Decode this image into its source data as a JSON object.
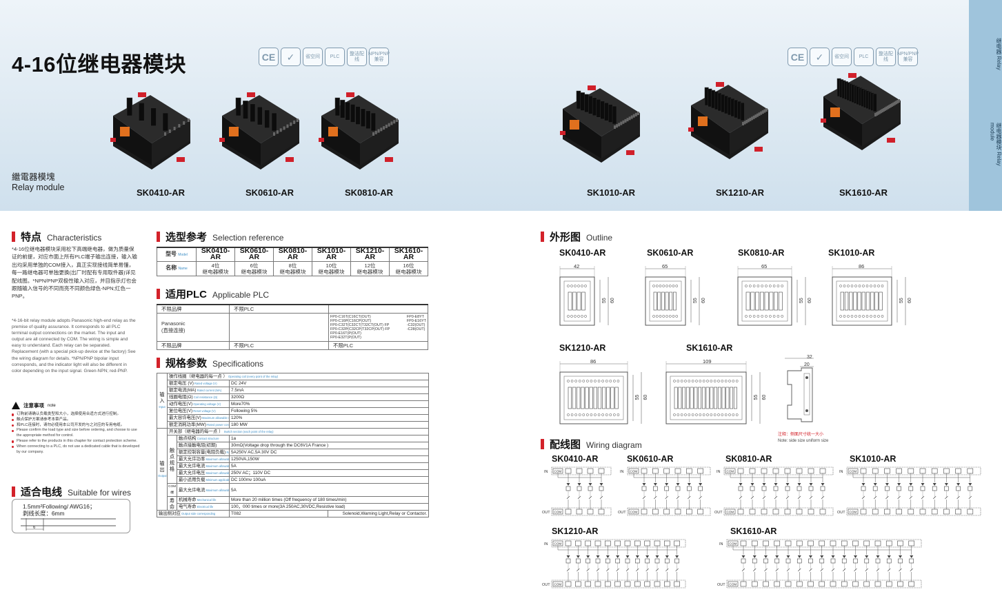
{
  "header": {
    "title": "4-16位继电器模块",
    "subtitle_zh": "繼電器模塊",
    "subtitle_en": "Relay module",
    "side_tab_top_zh": "继电器",
    "side_tab_top_en": "Relay",
    "side_tab_bottom_zh": "继电器模块",
    "side_tab_bottom_en": "Relay module",
    "badges": [
      {
        "icon": "ce-mark-icon",
        "text": "CE"
      },
      {
        "icon": "check-certified-icon",
        "text": "✓"
      },
      {
        "icon": "space-saving-icon",
        "text": "省空间"
      },
      {
        "icon": "plc-icon",
        "text": "PLC"
      },
      {
        "icon": "neat-wiring-icon",
        "text": "整洁配线"
      },
      {
        "icon": "npn-pnp-icon",
        "text": "NPN/PNP兼容"
      }
    ]
  },
  "models": [
    "SK0410-AR",
    "SK0610-AR",
    "SK0810-AR",
    "SK1010-AR",
    "SK1210-AR",
    "SK1610-AR"
  ],
  "colors": {
    "accent_red": "#d3222a",
    "label_blue": "#3f8fc6",
    "banner_blue": "#dde9f2"
  },
  "characteristics": {
    "title_zh": "特点",
    "title_en": "Characteristics",
    "text_zh": "*4-16位继电器模块采用松下高端继电器，做为质量保证的前提，对应市面上所有PLC端子输出连接，输入输出均采用单独的COM接入，真正实现接线简单易懂，每一路继电器可单独更换(出厂时配有专用取件器)详见配线图。*NPN/PNP双极性输入对应，并目指示灯也会跟随输入信号的不同而亮不同颜色绿色-NPN;红色一PNP。",
    "text_en": "*4-16-bit relay module adopts Panasonic high-end relay as the premise of quality assurance. It corresponds to all PLC terminal output connections on the market. The input and output are all connected by COM. The wiring is simple and easy to understand. Each relay can be separated. Replacement (with a special pick-up device at the factory) See the wiring diagram for details. *NPN/PNP bipolar input corresponds, and the indicator light will also be different in color depending on the input signal. Green-NPN; red-PNP."
  },
  "notes": {
    "title_zh": "注意事项",
    "title_en": "note",
    "items": [
      {
        "zh": "订购前请确认负载类型和大小，选择使用合适方式进行控制。",
        "en": ""
      },
      {
        "zh": "触点保护方案请参考本章产品。",
        "en": ""
      },
      {
        "zh": "和PLC连接时，请勿必使用本公司开发的与之对应的专用电缆。",
        "en": ""
      },
      {
        "zh": "",
        "en": "Please confirm the load type and size before ordering, and choose to use the appropriate method for control."
      },
      {
        "zh": "",
        "en": "Please refer to the products in this chapter for contact protection scheme."
      },
      {
        "zh": "",
        "en": "When connecting to a PLC, do not use a dedicated cable that is developed by our company."
      }
    ]
  },
  "wires": {
    "title_zh": "适合电线",
    "title_en": "Suitable for wires",
    "spec": "1.5mm²Following/ AWG16；",
    "strip_length": "剥线长度：6mm",
    "dim": "6"
  },
  "selection": {
    "title_zh": "选型参考",
    "title_en": "Selection reference",
    "row1_label_zh": "型号",
    "row1_label_en": "Model",
    "row2_label_zh": "名称",
    "row2_label_en": "Name",
    "names": [
      [
        "4位",
        "继电器模块"
      ],
      [
        "6位",
        "继电器模块"
      ],
      [
        "8位",
        "继电器模块"
      ],
      [
        "10位",
        "继电器模块"
      ],
      [
        "12位",
        "继电器模块"
      ],
      [
        "16位",
        "继电器模块"
      ]
    ]
  },
  "plc": {
    "title_zh": "适用PLC",
    "title_en": "Applicable PLC",
    "row1_left": "不限品牌",
    "row1_mid": "不限PLC",
    "brand": "Panasonic",
    "brand_sub": "(直接连接)",
    "models_a": [
      "FP0-C16T(C16CT(OUT)",
      "FP0-C16P(C16CP(OUT)",
      "FP0-C32T(C32CT(T32CT(OUT) FP",
      "FP0-C32P(C32CP(T32CP(OUT) FP",
      "FP0-E16T(P(OUT)",
      "FP0-E32T(P(OUT)"
    ],
    "models_b": [
      "FP0-E8YT",
      "FP0-E16YT",
      "-C32(OUT)",
      "-C28(OUT)"
    ],
    "row3_left": "不限品牌",
    "row3_mid": "不限PLC",
    "row3_right": "不限PLC"
  },
  "specs": {
    "title_zh": "规格参数",
    "title_en": "Specifications",
    "input_group_zh": "输入",
    "input_group_en": "Input",
    "output_group_zh": "输出",
    "output_group_en": "Output",
    "contact_group": "触点规格",
    "com_group": "COM端",
    "life_group": "寿命",
    "input_header": {
      "zh": "操作线圈（继电器的每一点 ）",
      "en": "Operating coil (every point of the relay)"
    },
    "input_rows": [
      {
        "zh": "额定电压 (V)",
        "en": "Rated voltage (V)",
        "val": "DC 24V"
      },
      {
        "zh": "额定电流(MA)",
        "en": "Rated current (MA)",
        "val": "7.5mA"
      },
      {
        "zh": "线圈电阻(Ω)",
        "en": "Coil resistance (Ω)",
        "val": "3200Ω"
      },
      {
        "zh": "动作电压(V)",
        "en": "Operating voltage (V)",
        "val": "More70%"
      },
      {
        "zh": "复位电压(V)",
        "en": "Reset voltage (V)",
        "val": "Following 5%"
      },
      {
        "zh": "最大容许电压(V)",
        "en": "Maximum allowable voltage (V)",
        "val": "120%"
      },
      {
        "zh": "额定消耗功率(MW)",
        "en": "Rated power consumption (MW)",
        "val": "180 MW"
      }
    ],
    "output_header": {
      "zh": "开关部（继电器的每一点 ）",
      "en": "Switch section (each point of the relay)"
    },
    "output_rows": [
      {
        "zh": "触点结构",
        "en": "Contact structure",
        "val": "1a"
      },
      {
        "zh": "触点接触电阻(初期)",
        "en": "",
        "val": "30mΩ(Voltage drop through the DC6V1A France )"
      },
      {
        "zh": "额定控制容量(电阻负载)",
        "en": "Rated control capacity",
        "val": "5A250V AC,5A 30V DC"
      },
      {
        "zh": "最大允许功率",
        "en": "Maximum allowable power",
        "val": "1250VA,150W"
      },
      {
        "zh": "最大允许电流",
        "en": "Maximum allowable current",
        "val": "5A"
      },
      {
        "zh": "最大允许电压",
        "en": "Maximum allowable voltage",
        "val": "250V AC；110V DC"
      },
      {
        "zh": "最小适用负载",
        "en": "Minimum applicable load",
        "val": "DC 100mv 100uA"
      },
      {
        "zh": "最大允许电流",
        "en": "Maximum allowable current",
        "val": "5A"
      },
      {
        "zh": "机械寿命",
        "en": "Mechanical life",
        "val": "More than 20 million times (Off frequency of 180 times/min)"
      },
      {
        "zh": "电气寿命",
        "en": "Electrical life",
        "val": "100，000 times or more(3A 250AC,30VDC,Resistive load)"
      }
    ],
    "footer": {
      "zh": "输出侧对应",
      "en": "Output side corresponding",
      "val": "T082",
      "val2": "Solenoid,Warning Light,Relay or Contactor."
    }
  },
  "outline": {
    "title_zh": "外形图",
    "title_en": "Outline",
    "items": [
      {
        "model": "SK0410-AR",
        "width": "42",
        "h1": "55",
        "h2": "60",
        "relays": 4
      },
      {
        "model": "SK0610-AR",
        "width": "65",
        "h1": "55",
        "h2": "60",
        "relays": 6
      },
      {
        "model": "SK0810-AR",
        "width": "65",
        "h1": "55",
        "h2": "60",
        "relays": 8
      },
      {
        "model": "SK1010-AR",
        "width": "86",
        "h1": "55",
        "h2": "60",
        "relays": 10
      },
      {
        "model": "SK1210-AR",
        "width": "86",
        "h1": "55",
        "h2": "60",
        "relays": 12
      },
      {
        "model": "SK1610-AR",
        "width": "109",
        "h1": "55",
        "h2": "60",
        "relays": 16
      }
    ],
    "side_dims": [
      "32",
      "20"
    ],
    "side_note_zh": "注释：侧面尺寸统一大小",
    "side_note_en": "Note: side size uniform size"
  },
  "wiring": {
    "title_zh": "配线图",
    "title_en": "Wiring diagram",
    "in_label": "IN",
    "out_label": "OUT",
    "com_label": "COM",
    "items": [
      {
        "model": "SK0410-AR",
        "channels": 4
      },
      {
        "model": "SK0610-AR",
        "channels": 6
      },
      {
        "model": "SK0810-AR",
        "channels": 8
      },
      {
        "model": "SK1010-AR",
        "channels": 10
      },
      {
        "model": "SK1210-AR",
        "channels": 12
      },
      {
        "model": "SK1610-AR",
        "channels": 16
      }
    ]
  }
}
